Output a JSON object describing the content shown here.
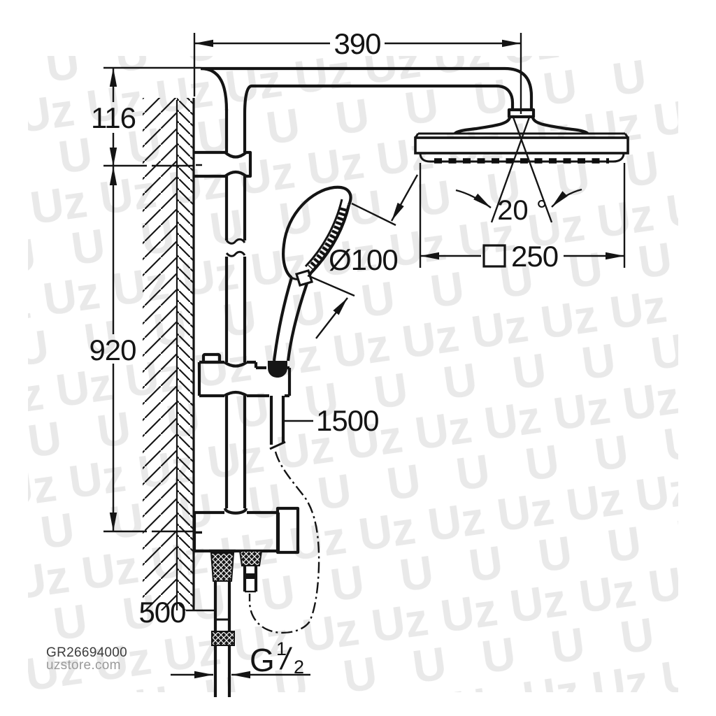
{
  "watermark": {
    "tile_text": "Uz",
    "color": "#e9e9e9"
  },
  "footer": {
    "product_code": "GR26694000",
    "site": "uzstore.com"
  },
  "dimensions": {
    "arm_projection": "390",
    "top_offset": "116",
    "rail_height": "920",
    "inlet_height": "500",
    "hose_length": "1500",
    "hand_shower_diameter": "Ø100",
    "head_swivel_angle": "20 °",
    "head_size": "250",
    "head_size_symbol": "square",
    "thread_g": "G",
    "thread_num": "1",
    "thread_slash": "/",
    "thread_den": "2"
  },
  "colors": {
    "line": "#141414",
    "background": "#ffffff",
    "watermark": "#e9e9e9",
    "product_code_text": "#3c3c3c",
    "site_text": "#9a9a9a"
  }
}
